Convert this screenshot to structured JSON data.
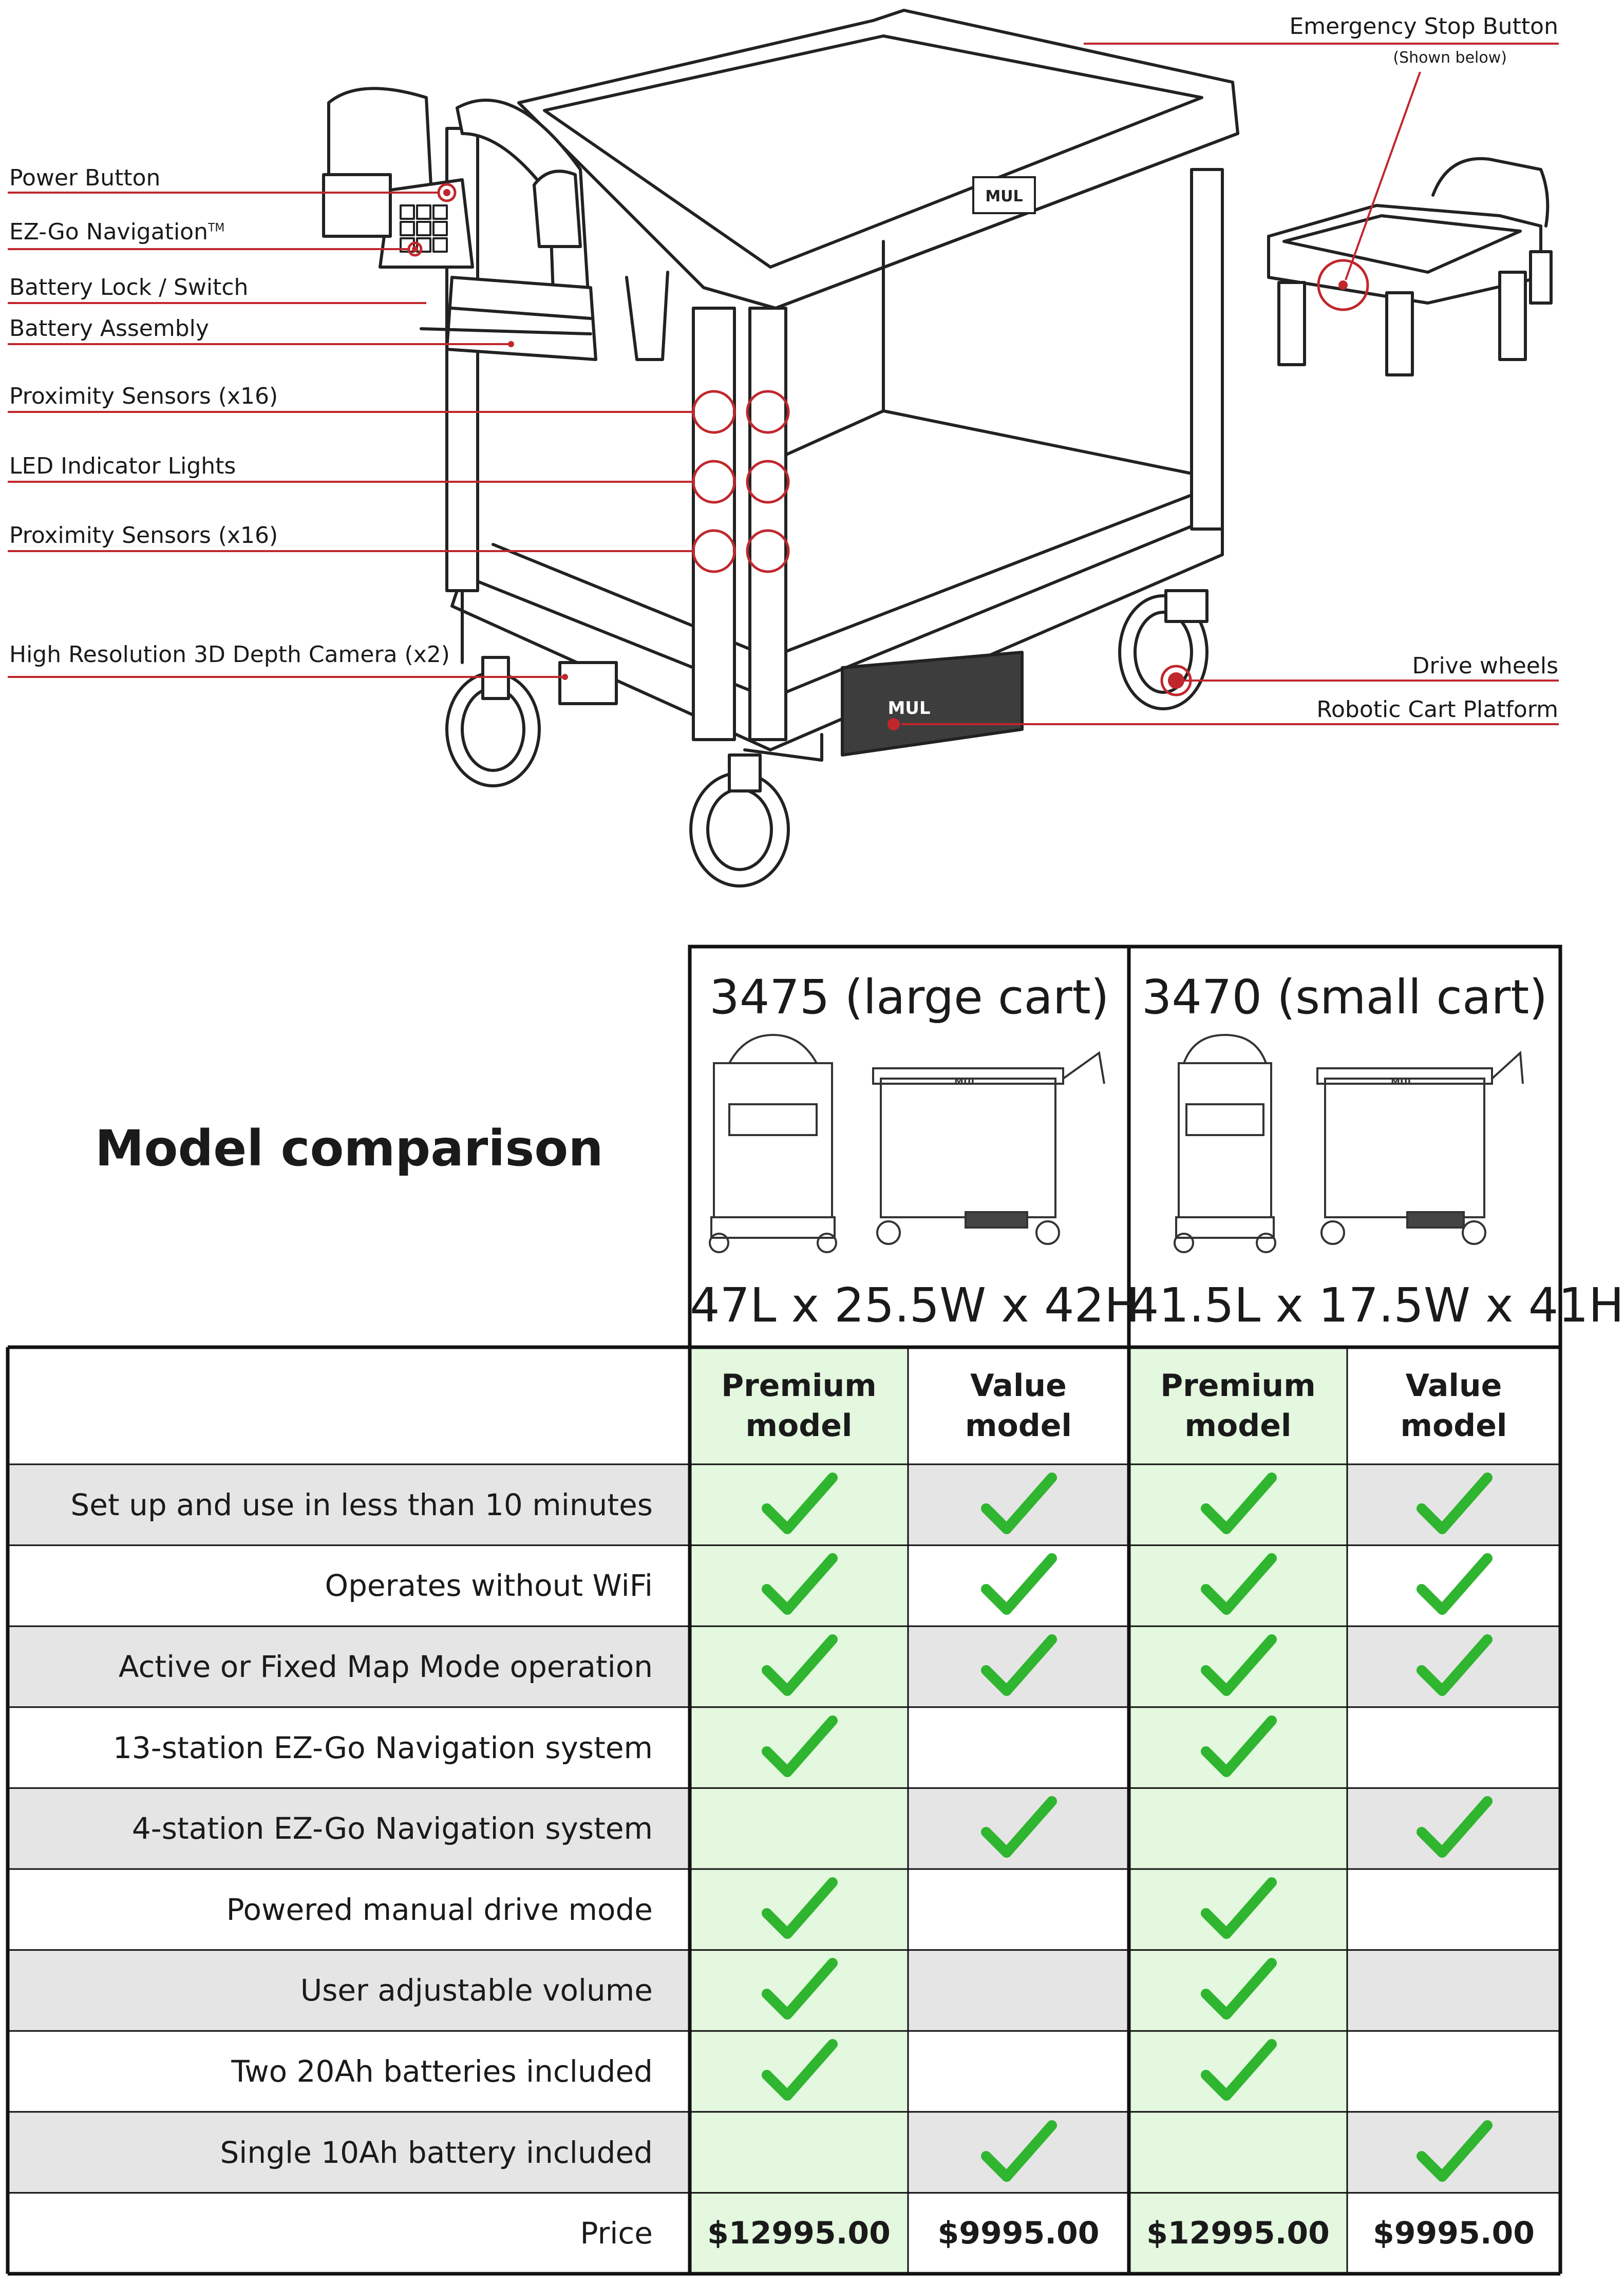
{
  "labels": {
    "power_button": "Power Button",
    "ez_go_navigation": "EZ-Go Navigation",
    "ez_go_tm": "TM",
    "battery_lock": "Battery Lock / Switch",
    "battery_assembly": "Battery Assembly",
    "proximity_sensors_top": "Proximity Sensors (x16)",
    "led_indicator": "LED Indicator Lights",
    "proximity_sensors_bottom": "Proximity Sensors (x16)",
    "depth_camera": "High Resolution 3D Depth Camera (x2)",
    "emergency_stop": "Emergency Stop Button",
    "emergency_stop_note": "(Shown below)",
    "drive_wheels": "Drive wheels",
    "robotic_platform": "Robotic Cart Platform"
  },
  "logo_text": "MUL",
  "comparison": {
    "heading": "Model comparison",
    "models": [
      {
        "title": "3475 (large cart)",
        "dims": "47L x 25.5W x 42H"
      },
      {
        "title": "3470 (small cart)",
        "dims": "41.5L x 17.5W x 41H"
      }
    ],
    "columns": [
      "Premium\nmodel",
      "Value\nmodel",
      "Premium\nmodel",
      "Value\nmodel"
    ],
    "features": [
      {
        "name": "Set up and use in less than 10 minutes",
        "checks": [
          true,
          true,
          true,
          true
        ]
      },
      {
        "name": "Operates without WiFi",
        "checks": [
          true,
          true,
          true,
          true
        ]
      },
      {
        "name": "Active or Fixed Map Mode operation",
        "checks": [
          true,
          true,
          true,
          true
        ]
      },
      {
        "name": "13-station EZ-Go Navigation system",
        "checks": [
          true,
          false,
          true,
          false
        ]
      },
      {
        "name": "4-station EZ-Go Navigation system",
        "checks": [
          false,
          true,
          false,
          true
        ]
      },
      {
        "name": "Powered manual drive mode",
        "checks": [
          true,
          false,
          true,
          false
        ]
      },
      {
        "name": "User adjustable volume",
        "checks": [
          true,
          false,
          true,
          false
        ]
      },
      {
        "name": "Two 20Ah batteries included",
        "checks": [
          true,
          false,
          true,
          false
        ]
      },
      {
        "name": "Single 10Ah battery included",
        "checks": [
          false,
          true,
          false,
          true
        ]
      }
    ],
    "price_label": "Price",
    "prices": [
      "$12995.00",
      "$9995.00",
      "$12995.00",
      "$9995.00"
    ]
  },
  "colors": {
    "accent_red": "#c0272d",
    "premium_bg": "#e3f8df",
    "row_grey": "#e5e5e5",
    "check_green": "#2fb52f"
  }
}
